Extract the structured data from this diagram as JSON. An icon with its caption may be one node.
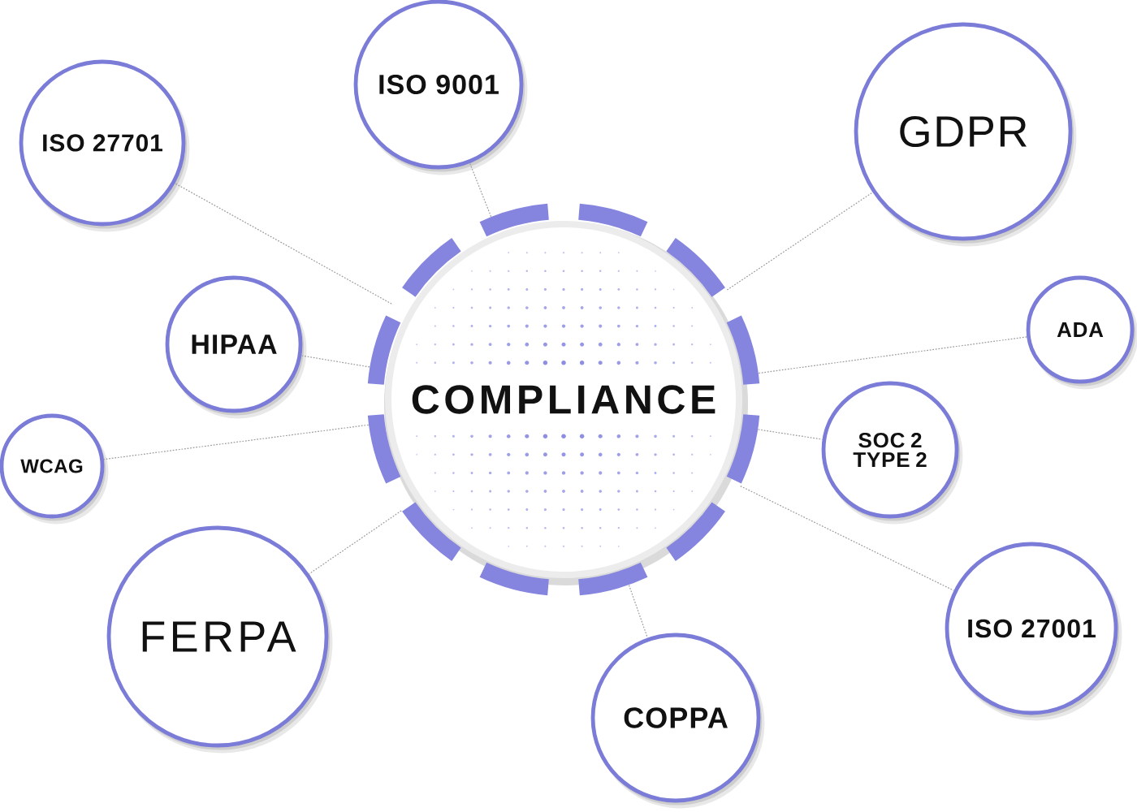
{
  "diagram": {
    "nodes": [
      {
        "text": [
          "COMPLIANCE"
        ]
      },
      {
        "text": [
          "ISO 27701"
        ]
      },
      {
        "text": [
          "ISO 9001"
        ]
      },
      {
        "text": [
          "GDPR"
        ]
      },
      {
        "text": [
          "ADA"
        ]
      },
      {
        "text": [
          "SOC 2 TYPE 2"
        ]
      },
      {
        "text": [
          "ISO 27001"
        ]
      },
      {
        "text": [
          "COPPA"
        ]
      },
      {
        "text": [
          "FERPA"
        ]
      },
      {
        "text": [
          "WCAG"
        ]
      },
      {
        "text": [
          "HIPAA"
        ]
      }
    ],
    "edges": [
      {
        "from": 0,
        "to": 1,
        "arrow": "none"
      },
      {
        "from": 0,
        "to": 2,
        "arrow": "none"
      },
      {
        "from": 0,
        "to": 3,
        "arrow": "none"
      },
      {
        "from": 0,
        "to": 4,
        "arrow": "none"
      },
      {
        "from": 0,
        "to": 5,
        "arrow": "none"
      },
      {
        "from": 0,
        "to": 6,
        "arrow": "none"
      },
      {
        "from": 0,
        "to": 7,
        "arrow": "none"
      },
      {
        "from": 0,
        "to": 8,
        "arrow": "none"
      },
      {
        "from": 0,
        "to": 9,
        "arrow": "none"
      },
      {
        "from": 0,
        "to": 10,
        "arrow": "none"
      }
    ]
  }
}
